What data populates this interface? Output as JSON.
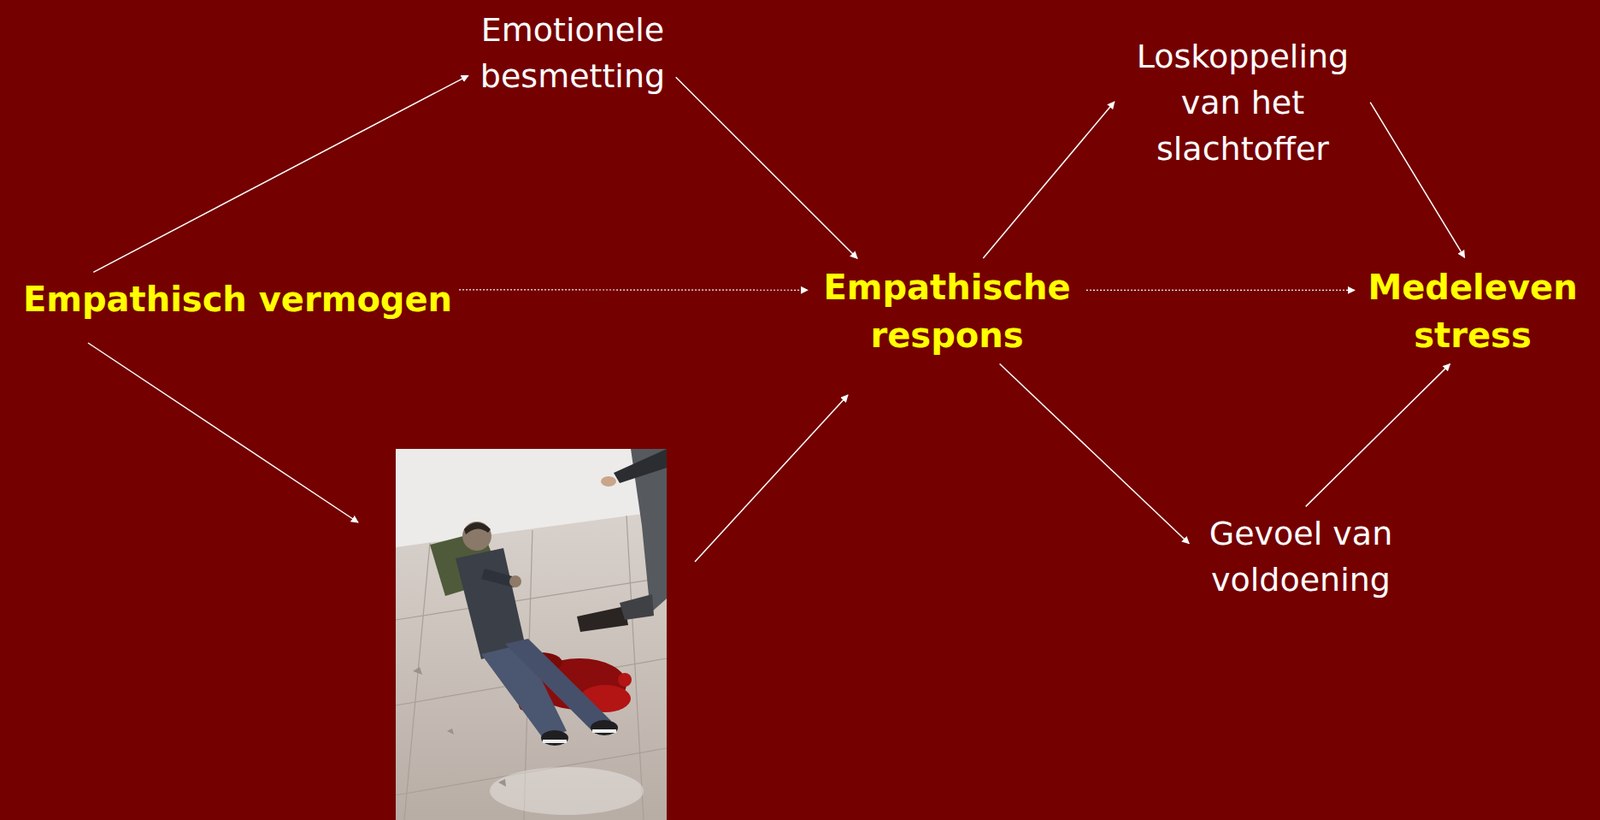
{
  "diagram": {
    "nodes": [
      {
        "text": [
          "Empathisch vermogen"
        ]
      },
      {
        "text": [
          "Emotionele besmetting"
        ]
      },
      {
        "text": [
          "Empathische respons"
        ]
      },
      {
        "text": [
          "Loskoppeling van het slachtoffer"
        ]
      },
      {
        "text": [
          "Gevoel van voldoening"
        ]
      },
      {
        "text": [
          "Medeleven stress"
        ]
      }
    ],
    "edges": [
      {
        "from": 0,
        "to": 1,
        "arrow": "to"
      },
      {
        "from": 1,
        "to": 2,
        "arrow": "to"
      },
      {
        "from": 0,
        "to": 2,
        "arrow": "to"
      },
      {
        "from": 2,
        "to": 3,
        "arrow": "to"
      },
      {
        "from": 2,
        "to": 4,
        "arrow": "to"
      },
      {
        "from": 3,
        "to": 5,
        "arrow": "to"
      },
      {
        "from": 4,
        "to": 5,
        "arrow": "to"
      },
      {
        "from": 2,
        "to": 5,
        "arrow": "to"
      }
    ]
  }
}
